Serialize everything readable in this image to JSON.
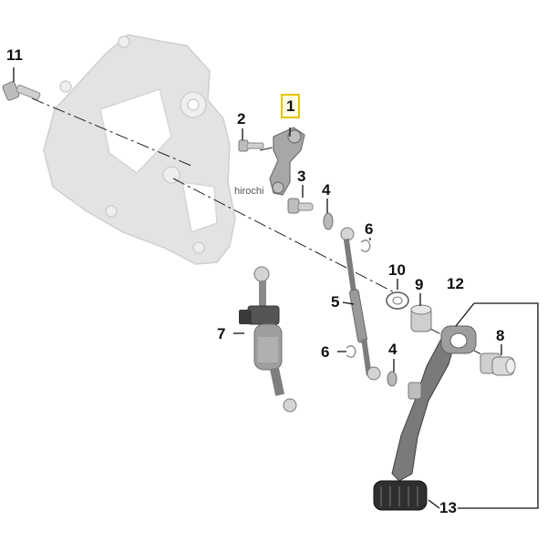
{
  "diagram": {
    "watermark": "hirochi",
    "highlight_color": "#e6c400",
    "line_color": "#111111",
    "part_colors": {
      "ghost_bracket": "#dcdcdc",
      "metal": "#a9a9a9",
      "dark_metal": "#6b6b6b",
      "rubber": "#2b2b2b"
    },
    "callouts": [
      {
        "number": "11",
        "part": "bolt"
      },
      {
        "number": "1",
        "part": "shift-lever-arm",
        "highlighted": true
      },
      {
        "number": "2",
        "part": "screw"
      },
      {
        "number": "3",
        "part": "bushing"
      },
      {
        "number": "4",
        "part": "washer"
      },
      {
        "number": "6",
        "part": "circlip"
      },
      {
        "number": "10",
        "part": "shim"
      },
      {
        "number": "9",
        "part": "sleeve"
      },
      {
        "number": "12",
        "part": "shift-pedal-assembly"
      },
      {
        "number": "5",
        "part": "shift-rod"
      },
      {
        "number": "7",
        "part": "quickshifter-sensor"
      },
      {
        "number": "8",
        "part": "pivot-bolt"
      },
      {
        "number": "6",
        "part": "circlip-lower"
      },
      {
        "number": "4",
        "part": "washer-lower"
      },
      {
        "number": "13",
        "part": "shift-pedal-rubber"
      }
    ]
  }
}
